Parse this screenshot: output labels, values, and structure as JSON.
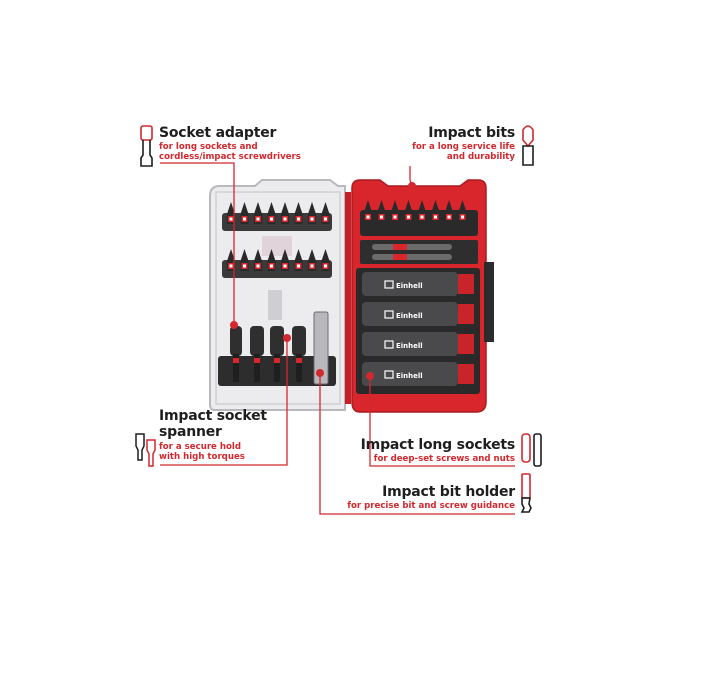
{
  "colors": {
    "accent": "#d2282e",
    "text": "#1e1e1e",
    "case_red": "#d9262c",
    "dark_tool": "#2b2b2b",
    "clear_case": "#e9e9ea"
  },
  "callouts": [
    {
      "id": "socket-adapter",
      "title": "Socket adapter",
      "lines": [
        "for long sockets and",
        "cordless/impact screwdrivers"
      ],
      "icon": "socket-adapter-icon"
    },
    {
      "id": "impact-bits",
      "title": "Impact bits",
      "lines": [
        "for a long service life",
        "and durability"
      ],
      "icon": "impact-bit-icon"
    },
    {
      "id": "impact-socket-spanner",
      "title_lines": [
        "Impact socket",
        "spanner"
      ],
      "lines": [
        "for a secure hold",
        "with high torques"
      ],
      "icon": "socket-spanner-icon"
    },
    {
      "id": "impact-long-sockets",
      "title": "Impact long sockets",
      "lines": [
        "for deep-set screws and nuts"
      ],
      "icon": "long-socket-icon"
    },
    {
      "id": "impact-bit-holder",
      "title": "Impact bit holder",
      "lines": [
        "for precise bit and screw guidance"
      ],
      "icon": "bit-holder-icon"
    }
  ],
  "product": {
    "brand_label": "Einhell",
    "long_socket_count": 4,
    "bits_per_row": 8
  }
}
